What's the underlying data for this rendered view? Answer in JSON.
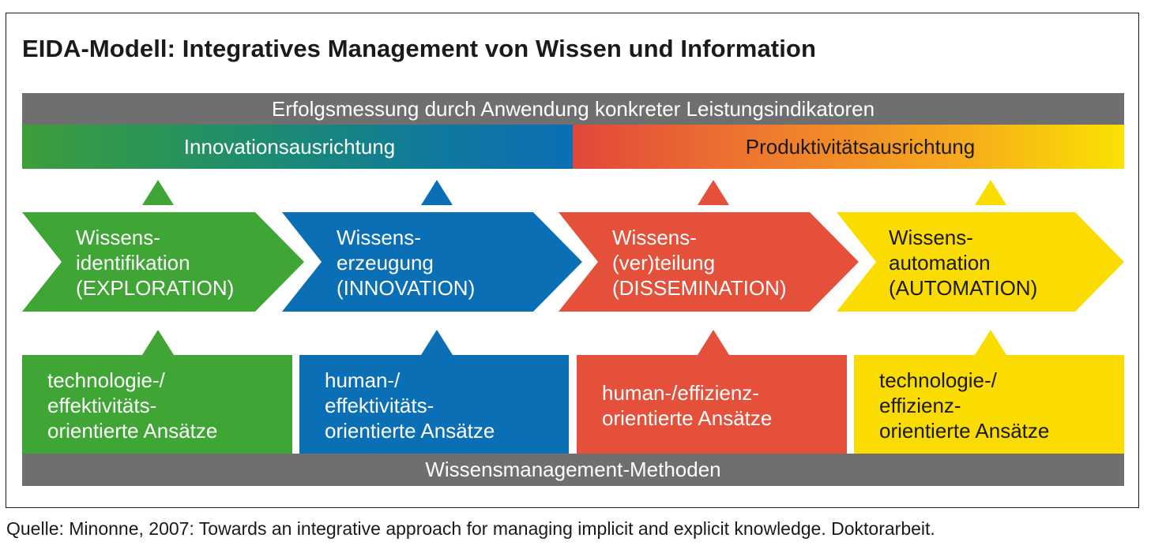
{
  "title": "EIDA-Modell: Integratives Management von Wissen und Information",
  "top_bar": "Erfolgsmessung durch Anwendung konkreter Leistungsindikatoren",
  "innovation_bar": "Innovationsausrichtung",
  "productivity_bar": "Produktivitätsausrichtung",
  "bottom_bar": "Wissensmanagement-Methoden",
  "colors": {
    "green": "#3fa535",
    "blue": "#0a6fb5",
    "red": "#e4503a",
    "yellow": "#fbdc00",
    "gray": "#6f6f70"
  },
  "stages": [
    {
      "line1": "Wissens-",
      "line2": "identifikation",
      "line3": "(EXPLORATION)"
    },
    {
      "line1": "Wissens-",
      "line2": "erzeugung",
      "line3": "(INNOVATION)"
    },
    {
      "line1": "Wissens-",
      "line2": "(ver)teilung",
      "line3": "(DISSEMINATION)"
    },
    {
      "line1": "Wissens-",
      "line2": "automation",
      "line3": "(AUTOMATION)"
    }
  ],
  "approaches": [
    {
      "line1": "technologie-/",
      "line2": "effektivitäts-",
      "line3": "orientierte Ansätze"
    },
    {
      "line1": "human-/",
      "line2": "effektivitäts-",
      "line3": "orientierte Ansätze"
    },
    {
      "line1": "human-/effizienz-",
      "line2": "orientierte Ansätze"
    },
    {
      "line1": "technologie-/",
      "line2": "effizienz-",
      "line3": "orientierte Ansätze"
    }
  ],
  "source": "Quelle: Minonne, 2007: Towards an integrative approach for managing implicit and explicit knowledge. Doktorarbeit."
}
